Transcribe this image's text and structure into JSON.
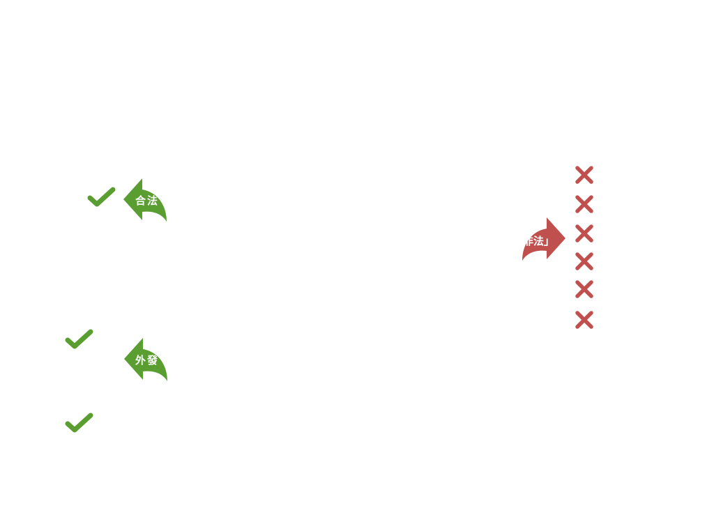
{
  "colors": {
    "legal": "#5a9e31",
    "illegal": "#c0504d"
  },
  "badges": {
    "legal": {
      "label": "合法",
      "icon": "curved-arrow-left-icon"
    },
    "outsourced": {
      "label": "外發",
      "icon": "curved-arrow-left-icon"
    },
    "illegal": {
      "label": "「非法」",
      "icon": "curved-arrow-right-icon"
    }
  },
  "icons": {
    "check": "check-icon",
    "cross": "cross-icon"
  }
}
